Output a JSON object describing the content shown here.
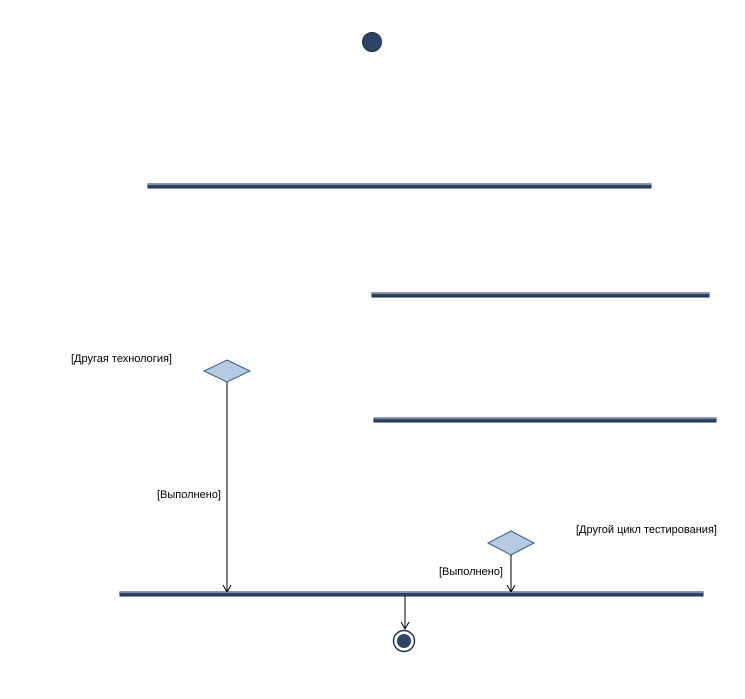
{
  "diagram": {
    "type": "UML activity diagram",
    "guards": {
      "other_technology": "[Другая технология]",
      "done_left": "[Выполнено]",
      "other_test_cycle": "[Другой цикл тестирования]",
      "done_right": "[Выполнено]"
    },
    "colors": {
      "node_fill": "#2e4466",
      "diamond_fill": "#b4cbe3",
      "diamond_stroke": "#3d5f86",
      "edge": "#000000"
    }
  }
}
